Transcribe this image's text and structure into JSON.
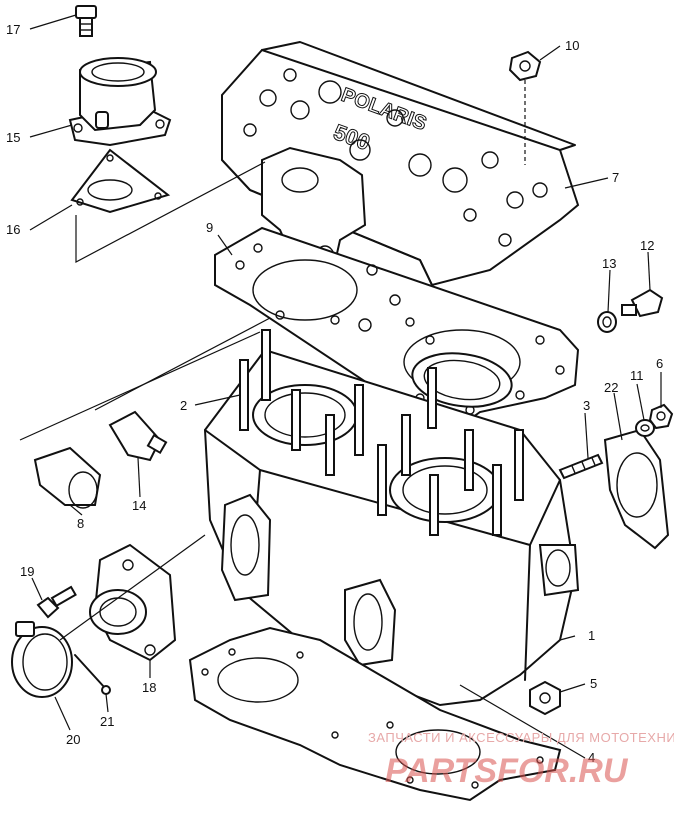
{
  "callouts": [
    "1",
    "2",
    "3",
    "4",
    "5",
    "6",
    "7",
    "8",
    "9",
    "10",
    "11",
    "12",
    "13",
    "14",
    "15",
    "16",
    "17",
    "18",
    "19",
    "20",
    "21",
    "22"
  ],
  "watermark": {
    "caption": "ЗАПЧАСТИ И АКСЕССУАРЫ ДЛЯ МОТОТЕХНИКИ",
    "brand": "PARTSFOR.RU"
  },
  "head_cover_text": {
    "brand": "POLARIS",
    "model": "500"
  }
}
